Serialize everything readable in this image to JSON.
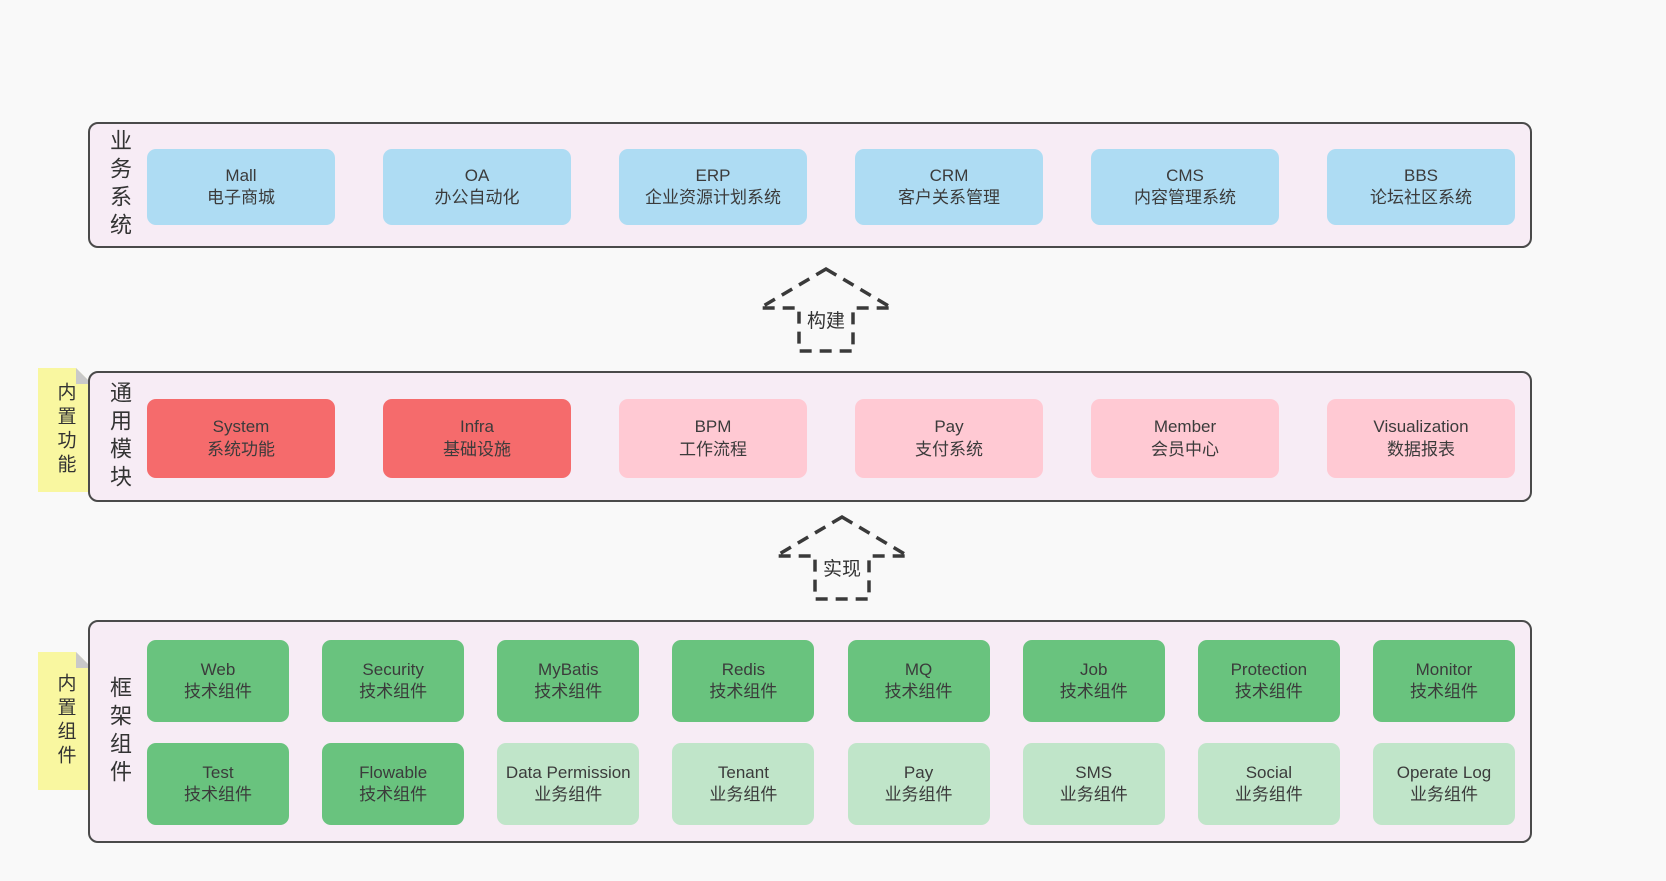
{
  "colors": {
    "page-bg": "#f9f9f9",
    "band-bg": "#f7ecf5",
    "band-border": "#4a4a4a",
    "blue": "#aedcf3",
    "red": "#f56b6c",
    "pink": "#ffc9d3",
    "green": "#69c37e",
    "green-light": "#c0e5c9",
    "yellow": "#f9f7a0",
    "fold": "#c9c9c9",
    "text": "#3b3b3b",
    "arrow": "#3a3a3a"
  },
  "diagram": {
    "arrows": [
      {
        "label": "构建"
      },
      {
        "label": "实现"
      }
    ],
    "bands": [
      {
        "label": "业务系统",
        "boxes": [
          {
            "title": "Mall",
            "subtitle": "电子商城"
          },
          {
            "title": "OA",
            "subtitle": "办公自动化"
          },
          {
            "title": "ERP",
            "subtitle": "企业资源计划系统"
          },
          {
            "title": "CRM",
            "subtitle": "客户关系管理"
          },
          {
            "title": "CMS",
            "subtitle": "内容管理系统"
          },
          {
            "title": "BBS",
            "subtitle": "论坛社区系统"
          }
        ]
      },
      {
        "label": "通用模块",
        "sticky": "内置功能",
        "boxes": [
          {
            "title": "System",
            "subtitle": "系统功能"
          },
          {
            "title": "Infra",
            "subtitle": "基础设施"
          },
          {
            "title": "BPM",
            "subtitle": "工作流程"
          },
          {
            "title": "Pay",
            "subtitle": "支付系统"
          },
          {
            "title": "Member",
            "subtitle": "会员中心"
          },
          {
            "title": "Visualization",
            "subtitle": "数据报表"
          }
        ]
      },
      {
        "label": "框架组件",
        "sticky": "内置组件",
        "rows": [
          [
            {
              "title": "Web",
              "subtitle": "技术组件"
            },
            {
              "title": "Security",
              "subtitle": "技术组件"
            },
            {
              "title": "MyBatis",
              "subtitle": "技术组件"
            },
            {
              "title": "Redis",
              "subtitle": "技术组件"
            },
            {
              "title": "MQ",
              "subtitle": "技术组件"
            },
            {
              "title": "Job",
              "subtitle": "技术组件"
            },
            {
              "title": "Protection",
              "subtitle": "技术组件"
            },
            {
              "title": "Monitor",
              "subtitle": "技术组件"
            }
          ],
          [
            {
              "title": "Test",
              "subtitle": "技术组件"
            },
            {
              "title": "Flowable",
              "subtitle": "技术组件"
            },
            {
              "title": "Data Permission",
              "subtitle": "业务组件"
            },
            {
              "title": "Tenant",
              "subtitle": "业务组件"
            },
            {
              "title": "Pay",
              "subtitle": "业务组件"
            },
            {
              "title": "SMS",
              "subtitle": "业务组件"
            },
            {
              "title": "Social",
              "subtitle": "业务组件"
            },
            {
              "title": "Operate Log",
              "subtitle": "业务组件"
            }
          ]
        ]
      }
    ]
  }
}
